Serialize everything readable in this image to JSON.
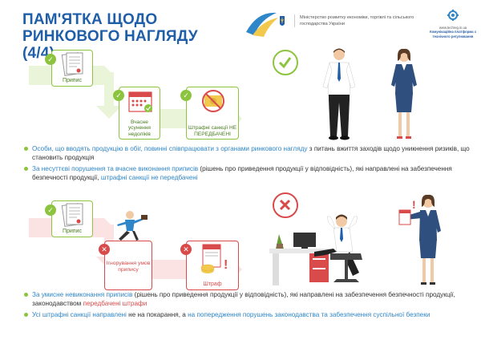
{
  "title": "ПАМ'ЯТКА ЩОДО РИНКОВОГО НАГЛЯДУ (4/4)",
  "header": {
    "ministry": "Міністерство розвитку економіки, торгівлі та сільського господарства України",
    "platform_url": "www.techreg.in.ua",
    "platform_name": "Комунікаційна платформа з технічного регулювання"
  },
  "section1": {
    "cards": [
      "Припис",
      "Вчасне усунення недоліків",
      "Штрафні санкції НЕ ПЕРЕДБАЧЕНІ"
    ]
  },
  "section2": {
    "cards": [
      "Припис",
      "Ігнорування умов припису",
      "Штраф"
    ]
  },
  "bullets1": [
    {
      "p1": "Особи, що вводять продукцію в обіг, повинні співпрацювати з органами ринкового нагляду",
      "p2": " з питань вжиття заходів щодо уникнення ризиків, що становить продукція"
    },
    {
      "p1": "За несуттєві порушення та вчасне виконання приписів",
      "p2": " (рішень про приведення продукції у відповідність), які направлені на забезпечення безпечності продукції, ",
      "p3": "штрафні санкції не передбачені"
    }
  ],
  "bullets2": [
    {
      "p1": "За умисне невиконання приписів",
      "p2": " (рішень про приведення продукції у відповідність), які направлені на забезпечення безпечності продукції, законодавством ",
      "p3": "передбачені штрафи"
    },
    {
      "p1": "Усі штрафні санкції направлені",
      "p2": " не на покарання, а ",
      "p3": "на попередження порушень законодавства та забезпечення суспільної безпеки"
    }
  ],
  "colors": {
    "blue": "#1f5ea8",
    "accent_blue": "#2f86c8",
    "green": "#8cc43f",
    "red": "#d94a4a",
    "gold": "#f2c94c"
  }
}
